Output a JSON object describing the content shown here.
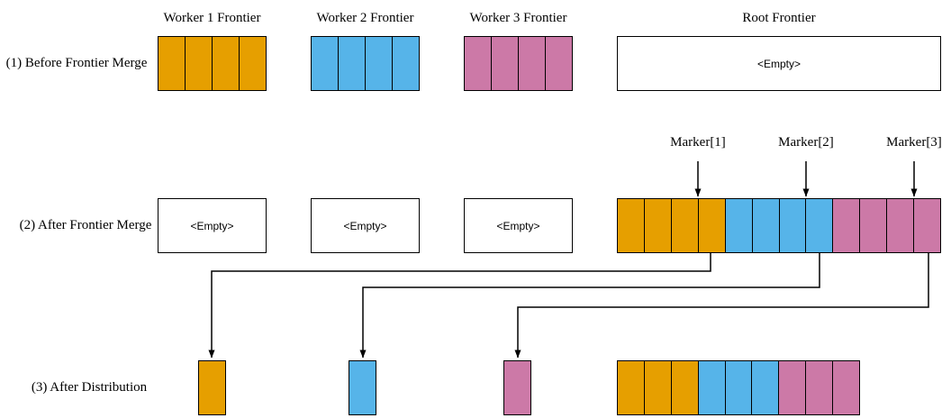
{
  "colors": {
    "orange": "#E69F00",
    "blue": "#56B4E9",
    "pink": "#CC79A7",
    "line": "#000000",
    "background": "#FFFFFF"
  },
  "labels": {
    "row1": "(1) Before Frontier Merge",
    "row2": "(2) After Frontier Merge",
    "row3": "(3) After Distribution"
  },
  "titles": {
    "worker1": "Worker 1 Frontier",
    "worker2": "Worker 2 Frontier",
    "worker3": "Worker 3 Frontier",
    "root": "Root Frontier"
  },
  "empty_text": "<Empty>",
  "markers": [
    {
      "label": "Marker[1]"
    },
    {
      "label": "Marker[2]"
    },
    {
      "label": "Marker[3]"
    }
  ],
  "cells": {
    "worker1_before": [
      {
        "color": "orange",
        "count": 4
      }
    ],
    "worker2_before": [
      {
        "color": "blue",
        "count": 4
      }
    ],
    "worker3_before": [
      {
        "color": "pink",
        "count": 4
      }
    ],
    "root_merged": [
      {
        "color": "orange",
        "count": 4
      },
      {
        "color": "blue",
        "count": 4
      },
      {
        "color": "pink",
        "count": 4
      }
    ],
    "worker1_after": [
      {
        "color": "orange",
        "count": 1
      }
    ],
    "worker2_after": [
      {
        "color": "blue",
        "count": 1
      }
    ],
    "worker3_after": [
      {
        "color": "pink",
        "count": 1
      }
    ],
    "root_after": [
      {
        "color": "orange",
        "count": 3
      },
      {
        "color": "blue",
        "count": 3
      },
      {
        "color": "pink",
        "count": 3
      }
    ]
  }
}
